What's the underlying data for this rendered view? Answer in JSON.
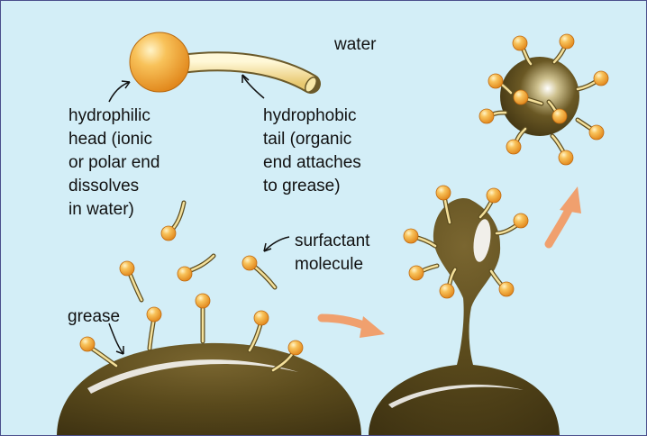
{
  "labels": {
    "water": "water",
    "hydrophilic": "hydrophilic\nhead (ionic\nor polar end\ndissolves\nin water)",
    "hydrophobic": "hydrophobic\ntail (organic\nend attaches\nto grease)",
    "surfactant": "surfactant\nmolecule",
    "grease": "grease"
  },
  "colors": {
    "background": "#d3eef7",
    "border": "#4b4f8c",
    "grease": "#5a4a1c",
    "head": "#f3a430",
    "tail": "#f4e09a",
    "arrow": "#f0a06e"
  }
}
